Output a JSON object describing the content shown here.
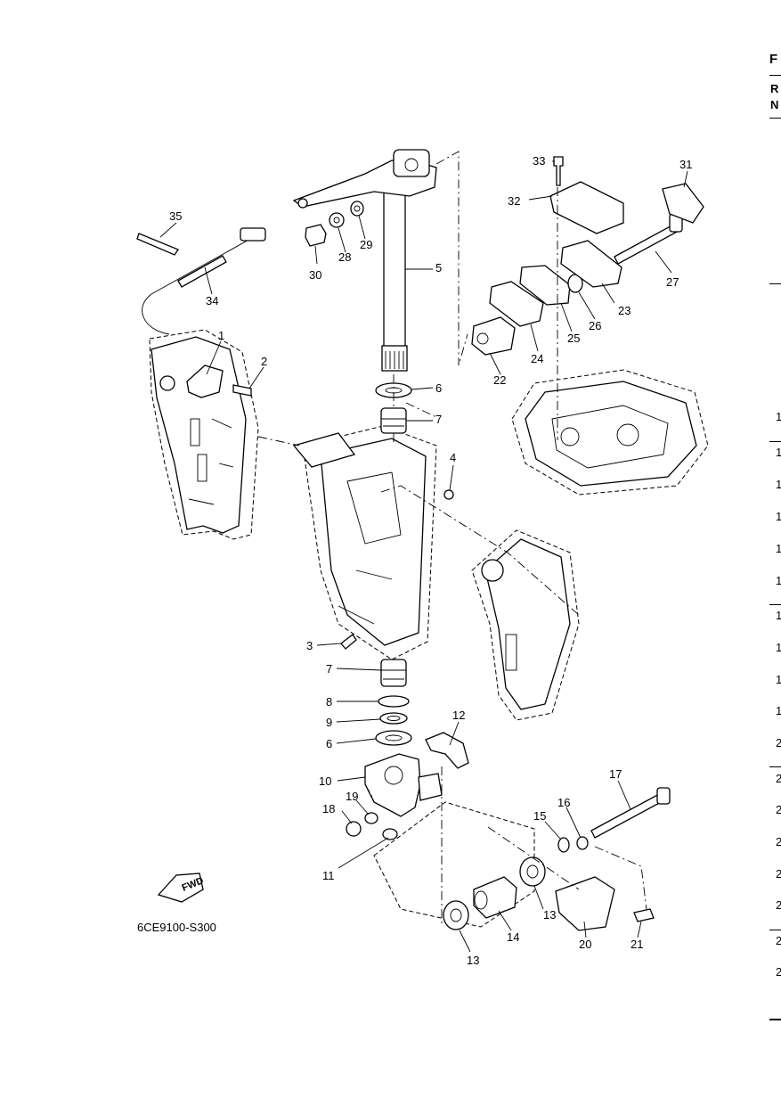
{
  "diagram_code": "6CE9100-S300",
  "fwd_label": "FWD",
  "edge": {
    "header": [
      "F",
      "R",
      "N"
    ],
    "numbers": [
      "1",
      "1",
      "1",
      "1",
      "1",
      "1",
      "1",
      "1",
      "1",
      "1",
      "2",
      "2",
      "2",
      "2",
      "2",
      "2",
      "2",
      "2"
    ]
  },
  "callouts": [
    "1",
    "2",
    "3",
    "4",
    "5",
    "6",
    "6",
    "7",
    "7",
    "8",
    "9",
    "10",
    "11",
    "12",
    "13",
    "13",
    "14",
    "15",
    "16",
    "17",
    "18",
    "19",
    "20",
    "21",
    "22",
    "23",
    "24",
    "25",
    "26",
    "27",
    "28",
    "29",
    "30",
    "31",
    "32",
    "33",
    "34",
    "35"
  ]
}
